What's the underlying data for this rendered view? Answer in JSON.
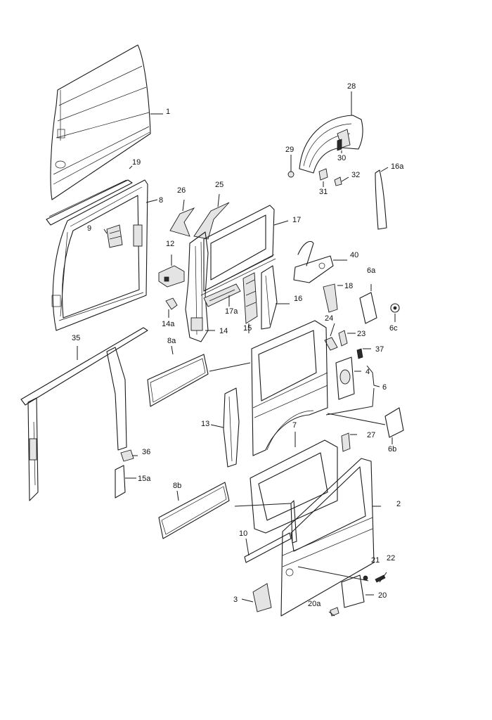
{
  "callouts": [
    {
      "id": "c1",
      "label": "1"
    },
    {
      "id": "c2",
      "label": "2"
    },
    {
      "id": "c3",
      "label": "3"
    },
    {
      "id": "c4",
      "label": "4"
    },
    {
      "id": "c6",
      "label": "6"
    },
    {
      "id": "c6a",
      "label": "6a"
    },
    {
      "id": "c6b",
      "label": "6b"
    },
    {
      "id": "c6c",
      "label": "6c"
    },
    {
      "id": "c7",
      "label": "7"
    },
    {
      "id": "c8",
      "label": "8"
    },
    {
      "id": "c8a",
      "label": "8a"
    },
    {
      "id": "c8b",
      "label": "8b"
    },
    {
      "id": "c9",
      "label": "9"
    },
    {
      "id": "c10",
      "label": "10"
    },
    {
      "id": "c12",
      "label": "12"
    },
    {
      "id": "c13",
      "label": "13"
    },
    {
      "id": "c14",
      "label": "14"
    },
    {
      "id": "c14a",
      "label": "14a"
    },
    {
      "id": "c15",
      "label": "15"
    },
    {
      "id": "c15a",
      "label": "15a"
    },
    {
      "id": "c16",
      "label": "16"
    },
    {
      "id": "c16a",
      "label": "16a"
    },
    {
      "id": "c17",
      "label": "17"
    },
    {
      "id": "c17a",
      "label": "17a"
    },
    {
      "id": "c18",
      "label": "18"
    },
    {
      "id": "c19",
      "label": "19"
    },
    {
      "id": "c20",
      "label": "20"
    },
    {
      "id": "c20a",
      "label": "20a"
    },
    {
      "id": "c21",
      "label": "21"
    },
    {
      "id": "c22",
      "label": "22"
    },
    {
      "id": "c23",
      "label": "23"
    },
    {
      "id": "c24",
      "label": "24"
    },
    {
      "id": "c25",
      "label": "25"
    },
    {
      "id": "c26",
      "label": "26"
    },
    {
      "id": "c27",
      "label": "27"
    },
    {
      "id": "c28",
      "label": "28"
    },
    {
      "id": "c29",
      "label": "29"
    },
    {
      "id": "c30",
      "label": "30"
    },
    {
      "id": "c31",
      "label": "31"
    },
    {
      "id": "c32",
      "label": "32"
    },
    {
      "id": "c35",
      "label": "35"
    },
    {
      "id": "c36",
      "label": "36"
    },
    {
      "id": "c37",
      "label": "37"
    },
    {
      "id": "c40",
      "label": "40"
    }
  ]
}
